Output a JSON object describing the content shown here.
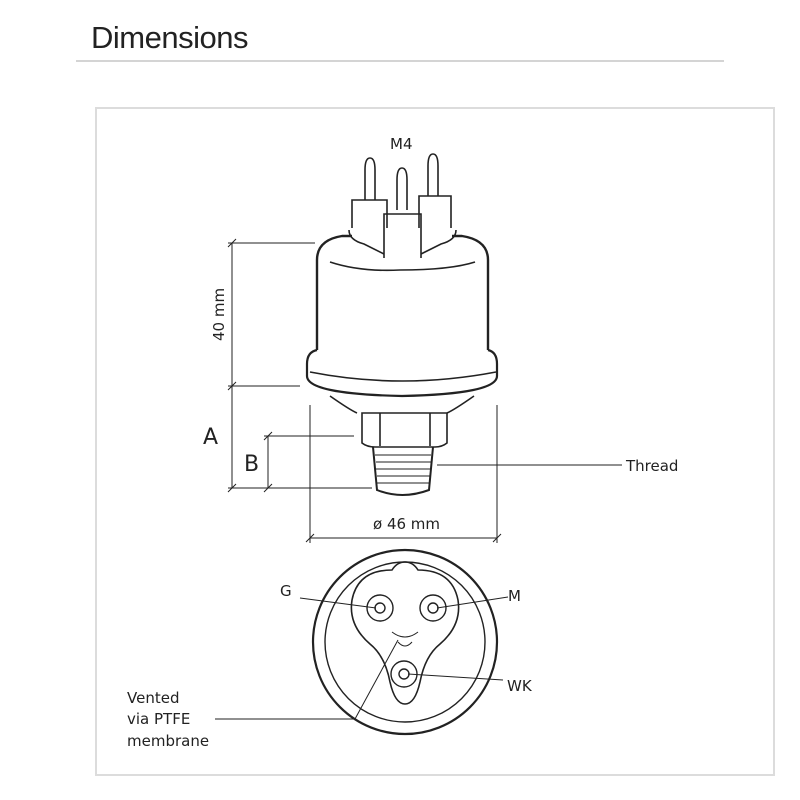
{
  "header": {
    "title": "Dimensions"
  },
  "drawing": {
    "labels": {
      "terminal_thread": "M4",
      "height": "40 mm",
      "dim_a": "A",
      "dim_b": "B",
      "thread": "Thread",
      "diameter": "ø 46 mm",
      "terminal_g": "G",
      "terminal_m": "M",
      "terminal_wk": "WK",
      "vent_line1": "Vented",
      "vent_line2": "via PTFE",
      "vent_line3": "membrane"
    }
  }
}
